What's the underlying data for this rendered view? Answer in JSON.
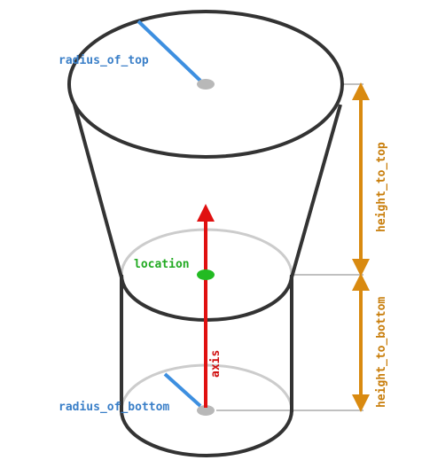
{
  "labels": {
    "radius_of_top": "radius_of_top",
    "location": "location",
    "axis": "axis",
    "radius_of_bottom": "radius_of_bottom",
    "height_to_top": "height_to_top",
    "height_to_bottom": "height_to_bottom"
  },
  "colors": {
    "outline": "#333333",
    "hidden_edge": "#c8c8c8",
    "radius_line": "#3d8fe0",
    "radius_text": "#3a7fc8",
    "axis_arrow": "#e01010",
    "axis_text": "#d01010",
    "location": "#22bb22",
    "location_text": "#22aa22",
    "height_arrow": "#d98a10",
    "height_text": "#c87d0a",
    "center_dot": "#b8b8b8",
    "guide": "#c0c0c0"
  }
}
